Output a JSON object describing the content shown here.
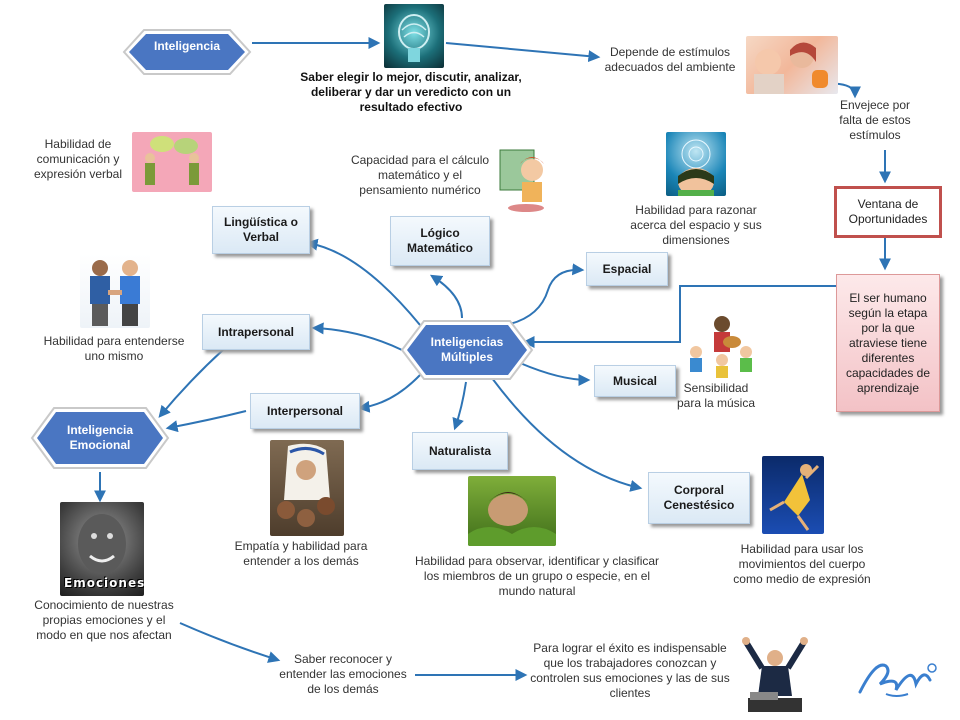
{
  "nodes": {
    "inteligencia": "Inteligencia",
    "multiples_line1": "Inteligencias",
    "multiples_line2": "Múltiples",
    "emocional_line1": "Inteligencia",
    "emocional_line2": "Emocional",
    "linguistica": "Lingüística o Verbal",
    "logico": "Lógico Matemático",
    "espacial": "Espacial",
    "intrapersonal": "Intrapersonal",
    "interpersonal": "Interpersonal",
    "musical": "Musical",
    "naturalista": "Naturalista",
    "corporal": "Corporal Cenestésico",
    "ventana": "Ventana de Oportunidades",
    "ser_humano": "El ser humano según la etapa por la que atraviese tiene diferentes capacidades de aprendizaje"
  },
  "texts": {
    "definicion": "Saber elegir lo mejor, discutir, analizar, deliberar y dar un veredicto con un resultado efectivo",
    "depende": "Depende de estímulos adecuados del ambiente",
    "envejece": "Envejece por falta de estos estímulos",
    "comunicacion": "Habilidad de comunicación y expresión verbal",
    "calculo": "Capacidad para el cálculo matemático y el pensamiento numérico",
    "razonar": "Habilidad para razonar acerca del espacio y sus dimensiones",
    "entenderse": "Habilidad para entenderse uno mismo",
    "sensibilidad": "Sensibilidad para la música",
    "empatia": "Empatía y habilidad para entender a los demás",
    "observar": "Habilidad para observar, identificar y clasificar los miembros de un grupo o especie, en el mundo natural",
    "movimientos": "Habilidad para usar los movimientos del cuerpo como medio de expresión",
    "conocimiento": "Conocimiento de nuestras propias emociones y el modo en que nos afectan",
    "reconocer": "Saber reconocer y entender las emociones de los demás",
    "exito": "Para lograr el éxito es indispensable que los trabajadores conozcan y controlen sus emociones y las de sus clientes",
    "emociones_label": "Emociones",
    "signature": "Azhul"
  },
  "colors": {
    "hex_fill": "#4a76c2",
    "arrow": "#2e74b5",
    "red_border": "#c0504d"
  }
}
